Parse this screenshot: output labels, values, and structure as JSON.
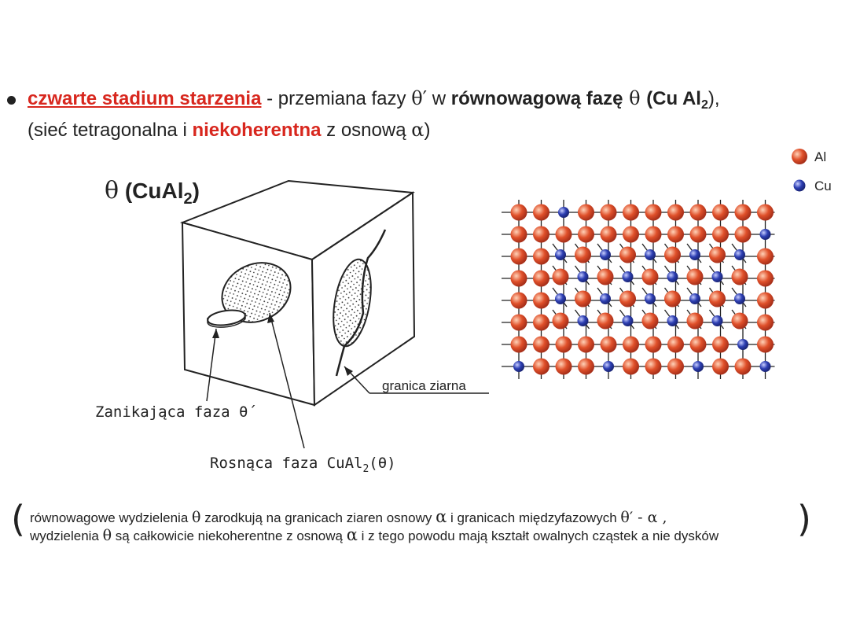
{
  "heading": {
    "term": "czwarte stadium starzenia",
    "dash": " -  ",
    "part1": "przemiana fazy ",
    "theta_prime": "θ′",
    "part2": " w ",
    "bold_phase": "równowagową fazę",
    "theta": "  θ  ",
    "formula_open": "(Cu Al",
    "formula_sub": "2",
    "formula_close": "),"
  },
  "subheading": {
    "part1": "(sieć tetragonalna i ",
    "red_word": "niekoherentna",
    "part2": " z osnową ",
    "alpha": "α",
    "close": ")"
  },
  "cube": {
    "title_theta": "θ",
    "title_open": " (CuAl",
    "title_sub": "2",
    "title_close": ")",
    "label_vanishing": "Zanikająca  faza  θ´",
    "label_growing_text": "Rosnąca  faza  CuAl",
    "label_growing_sub": "2",
    "label_growing_end": "(θ)",
    "label_grain_boundary": "granica ziarna"
  },
  "legend": {
    "al": "Al",
    "cu": "Cu",
    "al_color": "#e0502a",
    "cu_color": "#2d3fb3"
  },
  "bottom_note": {
    "l1_a": "równowagowe wydzielenia ",
    "l1_theta": "θ",
    "l1_b": "  zarodkują na granicach ziaren osnowy ",
    "l1_alpha": "α",
    "l1_c": "  i granicach międzyfazowych  ",
    "l1_phase": " θ′ - α ,",
    "l2_a": "wydzielenia ",
    "l2_theta": "θ",
    "l2_b": " są całkowicie niekoherentne z osnową ",
    "l2_alpha": "α",
    "l2_c": "  i z tego powodu mają kształt owalnych cząstek a nie dysków"
  }
}
